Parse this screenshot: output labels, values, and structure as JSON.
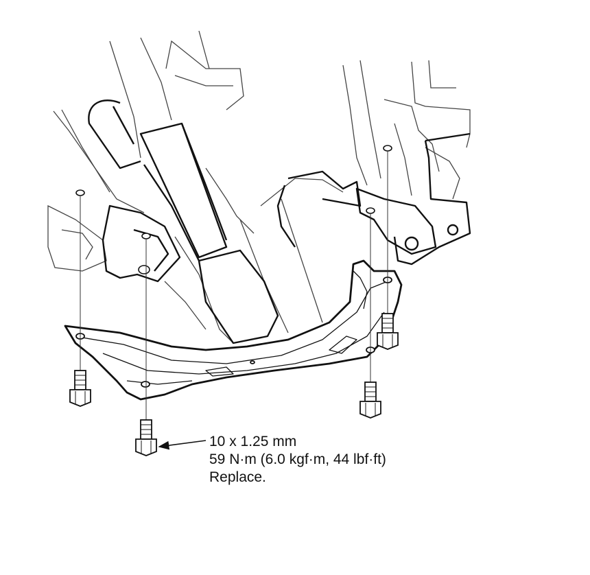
{
  "callout": {
    "size": "10 x 1.25 mm",
    "torque": "59 N·m (6.0 kgf·m, 44 lbf·ft)",
    "note": "Replace."
  },
  "colors": {
    "line": "#111111",
    "thin_line": "#444444",
    "background": "#ffffff"
  }
}
